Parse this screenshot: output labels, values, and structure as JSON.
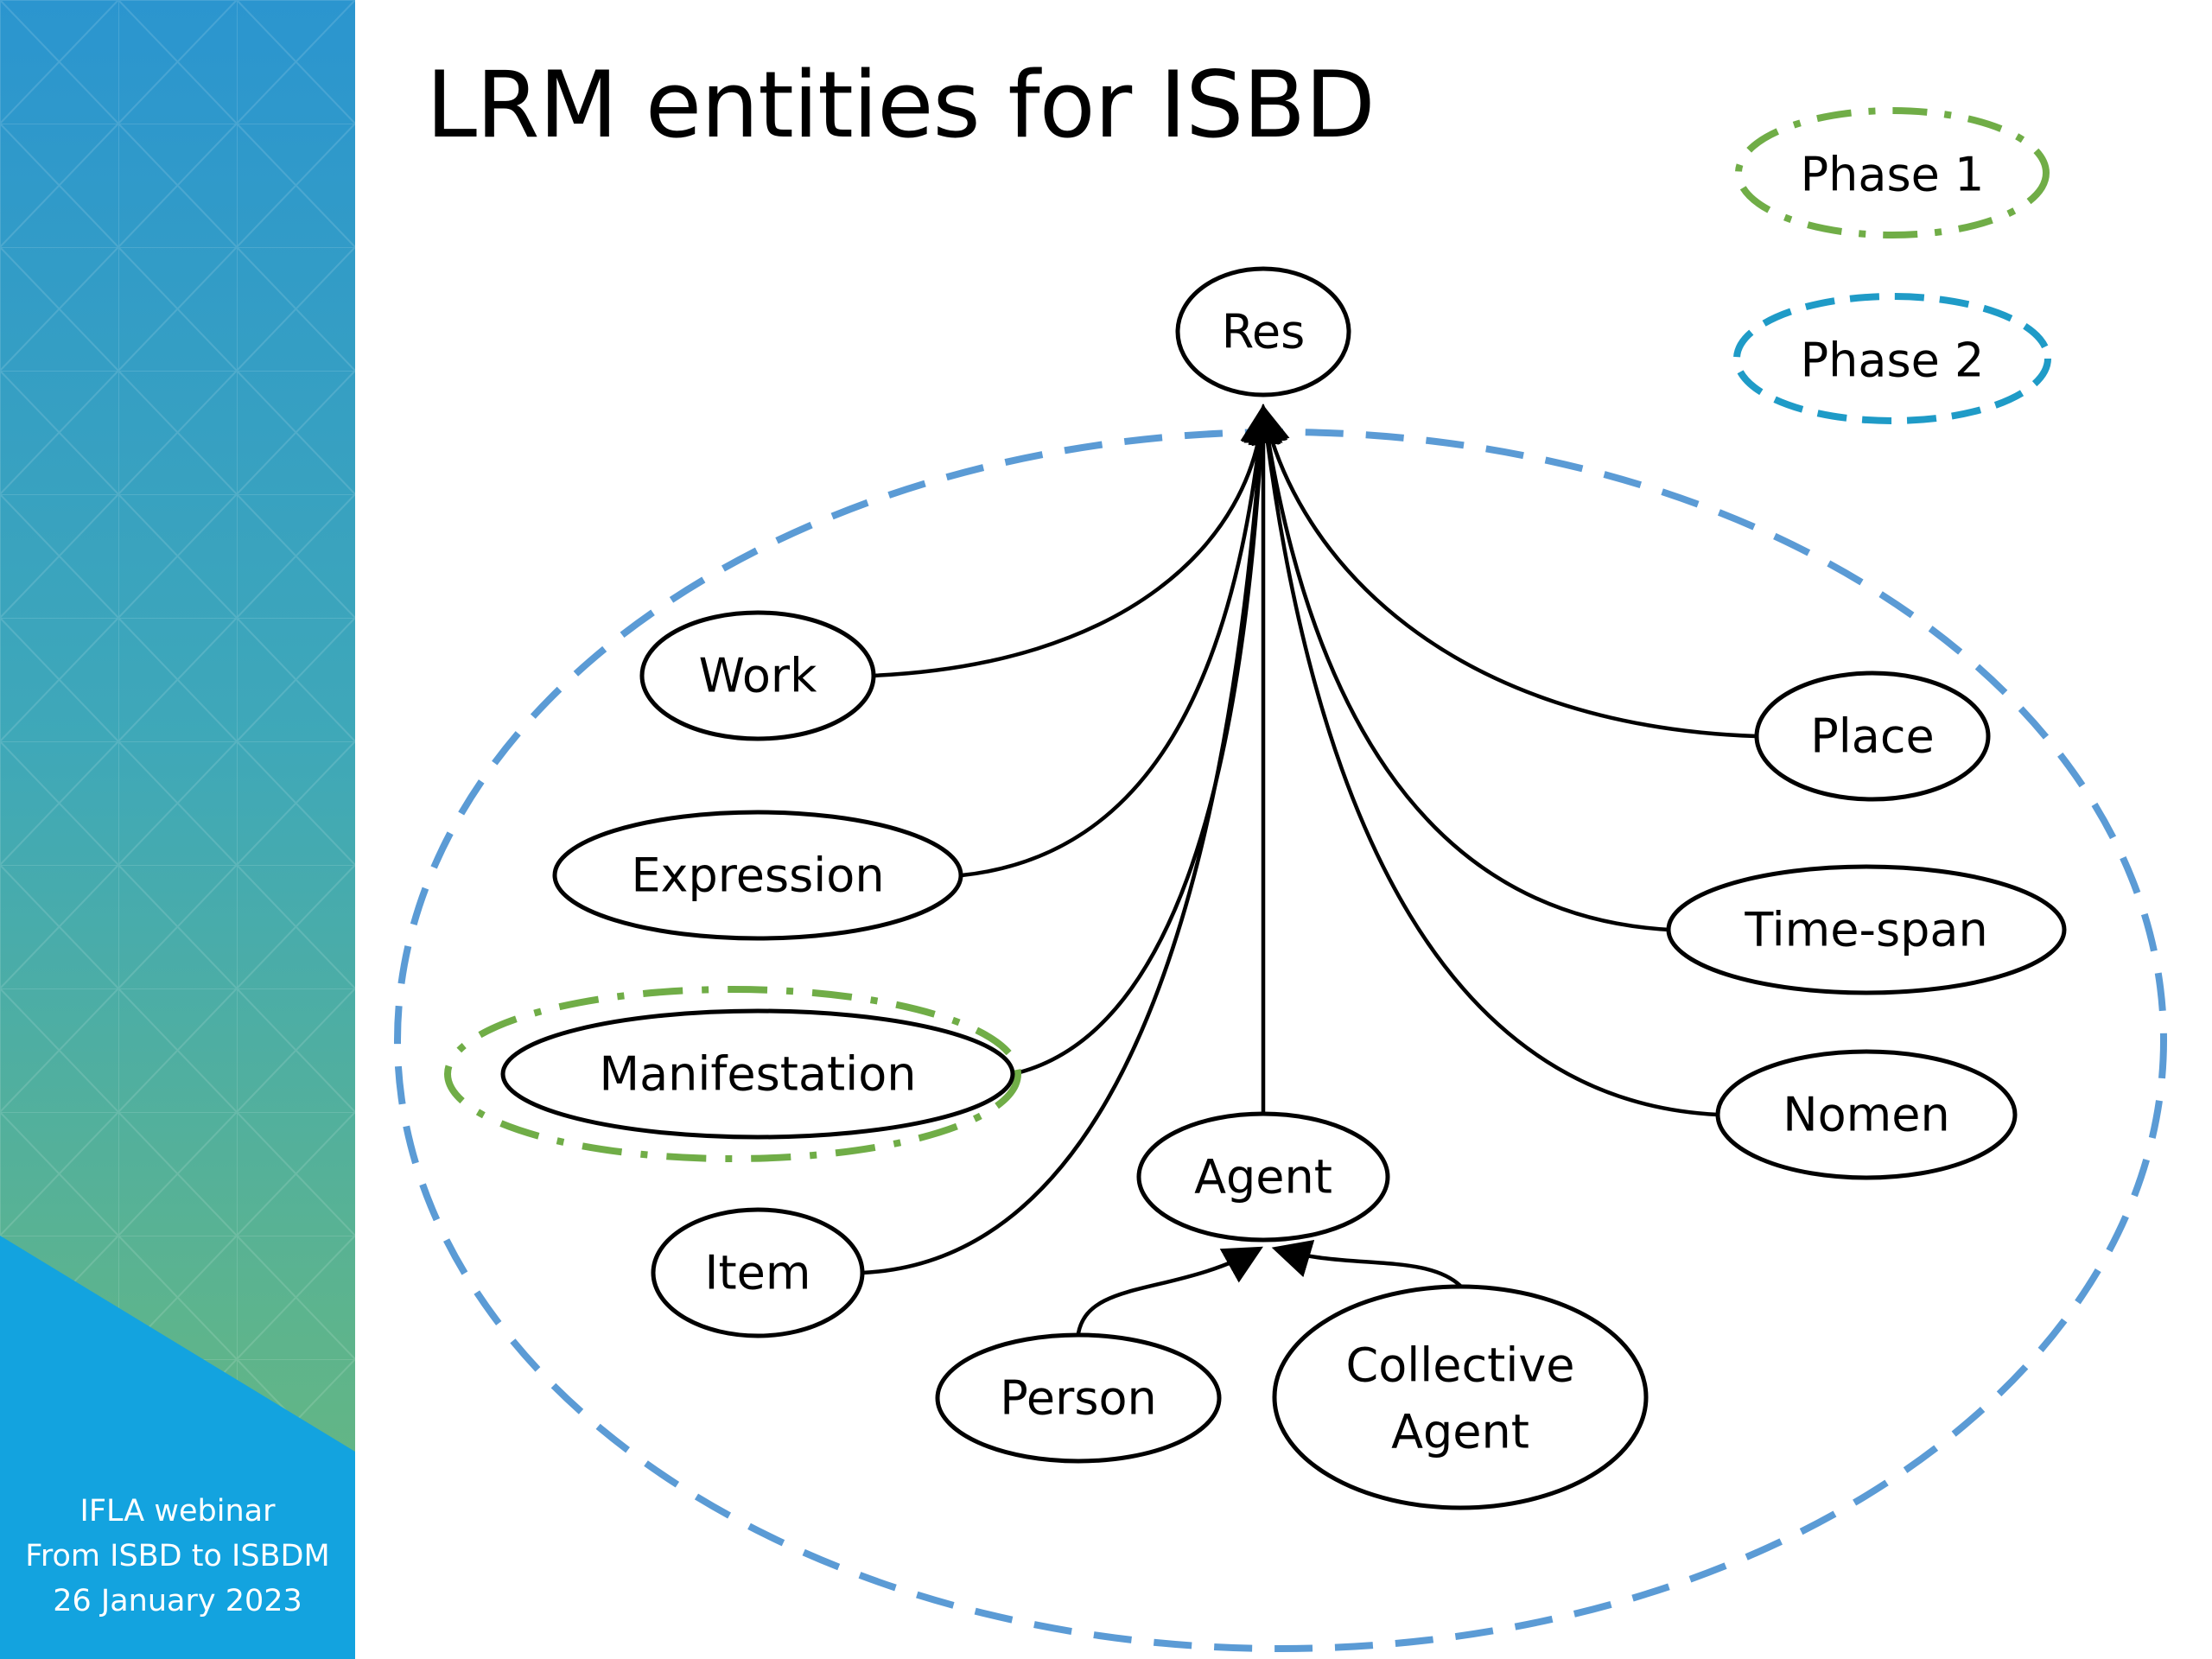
{
  "slide": {
    "title": "LRM entities for ISBD",
    "footer": [
      "IFLA webinar",
      "From ISBD to ISBDM",
      "26 January 2023"
    ]
  },
  "legend": [
    {
      "label": "Phase 1",
      "style": "dash-dot",
      "color": "#70AD47"
    },
    {
      "label": "Phase 2",
      "style": "dashed",
      "color": "#1F9BC7"
    }
  ],
  "colors": {
    "phase1_outline": "#70AD47",
    "phase2_outline": "#5B9BD5",
    "legend_phase2": "#1F9BC7",
    "sidebar_top": "#2B95CF",
    "sidebar_bottom": "#6BB87A"
  },
  "diagram": {
    "nodes": [
      {
        "id": "res",
        "label": "Res"
      },
      {
        "id": "work",
        "label": "Work"
      },
      {
        "id": "expression",
        "label": "Expression"
      },
      {
        "id": "manifestation",
        "label": "Manifestation",
        "highlight": "Phase 1"
      },
      {
        "id": "item",
        "label": "Item"
      },
      {
        "id": "agent",
        "label": "Agent"
      },
      {
        "id": "person",
        "label": "Person"
      },
      {
        "id": "collective-agent",
        "label": "Collective Agent",
        "lines": [
          "Collective",
          "Agent"
        ]
      },
      {
        "id": "place",
        "label": "Place"
      },
      {
        "id": "time-span",
        "label": "Time-span"
      },
      {
        "id": "nomen",
        "label": "Nomen"
      }
    ],
    "edges": [
      {
        "from": "work",
        "to": "res"
      },
      {
        "from": "expression",
        "to": "res"
      },
      {
        "from": "manifestation",
        "to": "res"
      },
      {
        "from": "item",
        "to": "res"
      },
      {
        "from": "agent",
        "to": "res"
      },
      {
        "from": "place",
        "to": "res"
      },
      {
        "from": "time-span",
        "to": "res"
      },
      {
        "from": "nomen",
        "to": "res"
      },
      {
        "from": "person",
        "to": "agent"
      },
      {
        "from": "collective-agent",
        "to": "agent"
      }
    ],
    "phase2_group": "all entities except Res"
  }
}
